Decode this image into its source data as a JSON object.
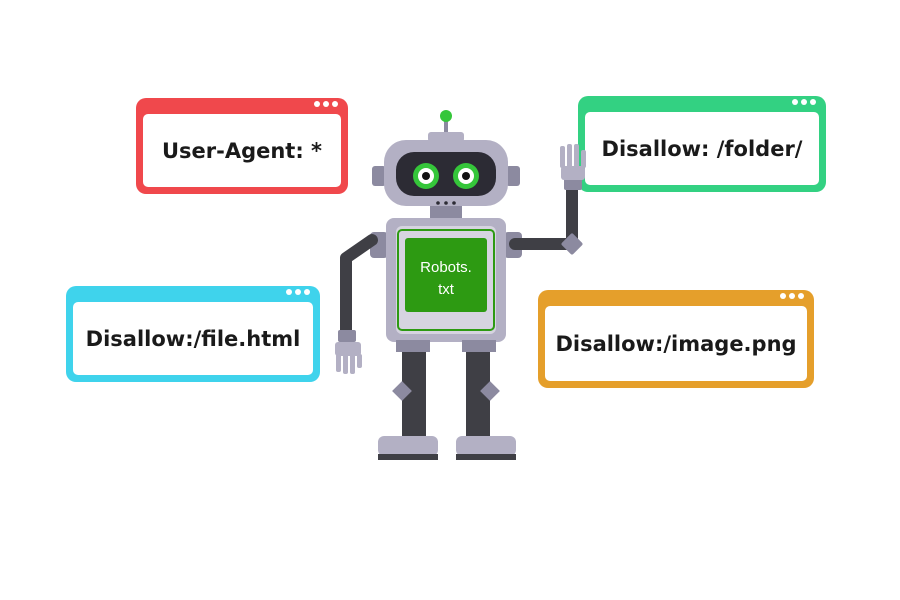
{
  "cards": [
    {
      "id": "user_agent",
      "text": "User-Agent: *",
      "color": "#f0484c"
    },
    {
      "id": "folder",
      "text": "Disallow: /folder/",
      "color": "#33d182"
    },
    {
      "id": "file",
      "text": "Disallow:/file.html",
      "color": "#3fd3ec"
    },
    {
      "id": "image",
      "text": "Disallow:/image.png",
      "color": "#e59f2b"
    }
  ],
  "robot": {
    "screen_line1": "Robots.",
    "screen_line2": "txt",
    "screen_color": "#2d9a12",
    "body_color": "#b3b0c4",
    "limb_color": "#3f3f45",
    "eye_color": "#35c63a"
  }
}
